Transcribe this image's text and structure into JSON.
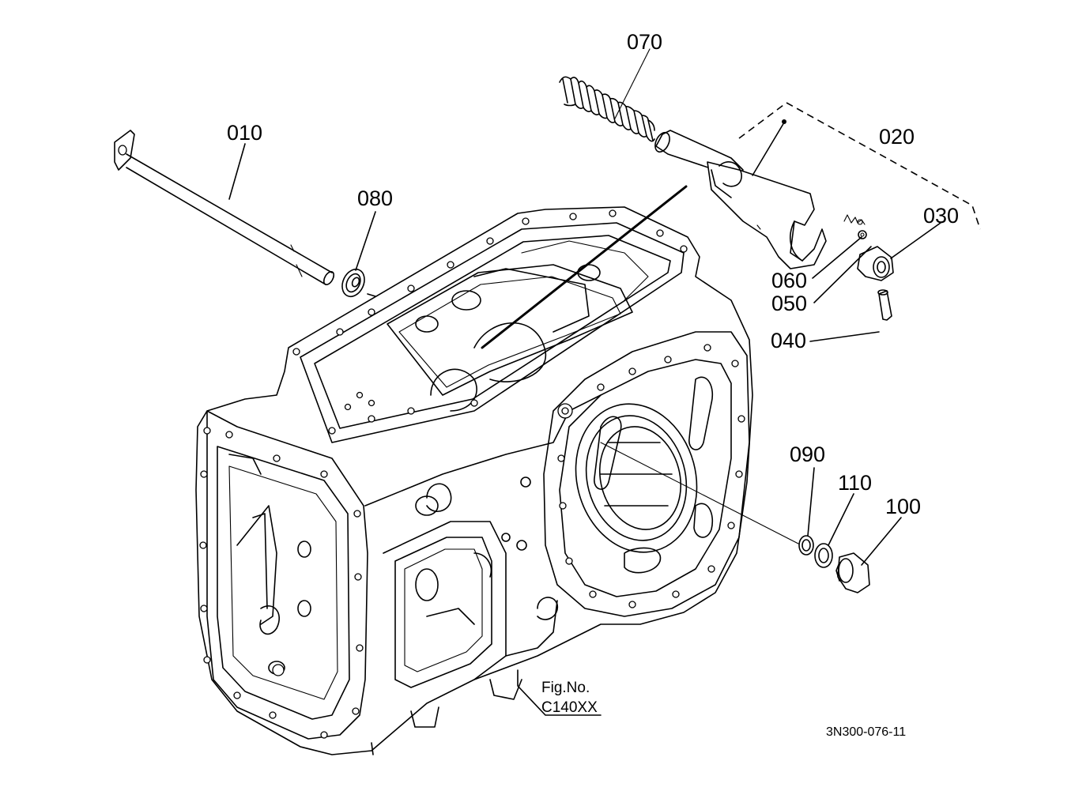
{
  "callouts": {
    "p010": "010",
    "p020": "020",
    "p030": "030",
    "p040": "040",
    "p050": "050",
    "p060": "060",
    "p070": "070",
    "p080": "080",
    "p090": "090",
    "p100": "100",
    "p110": "110"
  },
  "figure": {
    "label": "Fig.No.",
    "number": "C140XX"
  },
  "drawing_code": "3N300-076-11"
}
